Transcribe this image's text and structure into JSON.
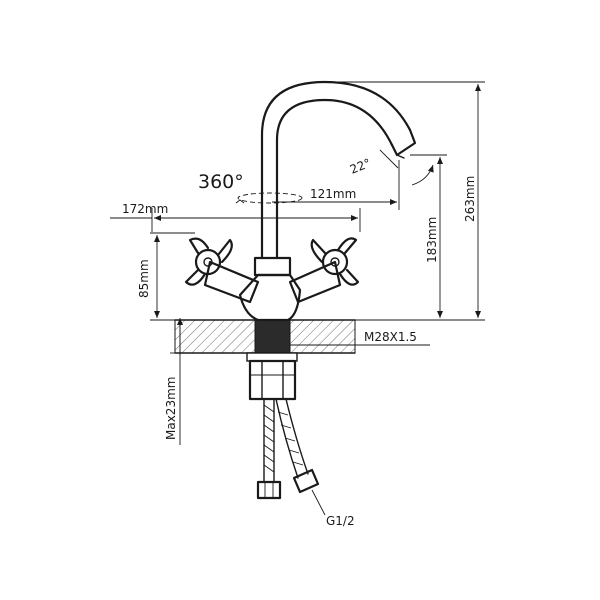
{
  "labels": {
    "rotation": "360°",
    "spout_angle": "22°",
    "spout_reach": "121mm",
    "width": "172mm",
    "spout_height": "183mm",
    "total_height": "263mm",
    "handle_height": "85mm",
    "thread": "M28X1.5",
    "max_thickness": "Max23mm",
    "hose_thread": "G1/2"
  },
  "colors": {
    "line": "#1a1a1a",
    "background": "#ffffff",
    "nut_fill": "#2b2b2b"
  }
}
